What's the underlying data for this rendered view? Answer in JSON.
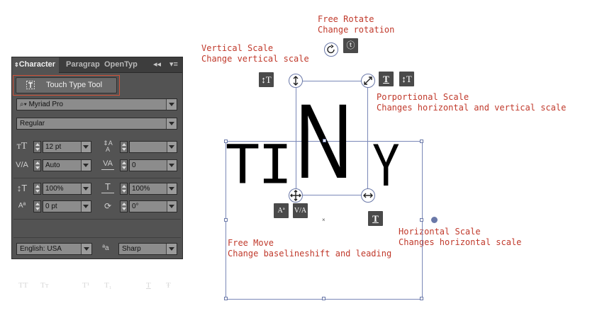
{
  "panel": {
    "tabs": [
      {
        "label": "Character"
      },
      {
        "label": "Paragrap"
      },
      {
        "label": "OpenTyp"
      }
    ],
    "collapse_glyph": "◂◂",
    "menu_glyph": "▾≡",
    "touch_type_label": "Touch Type Tool",
    "font_family": "Myriad Pro",
    "font_style": "Regular",
    "font_size": "12 pt",
    "leading": "",
    "kerning": "Auto",
    "tracking": "0",
    "vertical_scale": "100%",
    "horizontal_scale": "100%",
    "baseline_shift": "0 pt",
    "rotation": "0°",
    "language": "English: USA",
    "antialias_glyph": "ªa",
    "antialias": "Sharp",
    "case_buttons": [
      "TT",
      "Tт",
      "T¹",
      "T₁",
      "T",
      "Ŧ"
    ]
  },
  "canvas": {
    "word_left": "TI",
    "word_selected": "N",
    "word_right": "Y",
    "annotations": {
      "free_rotate": "Free Rotate\nChange rotation",
      "vertical_scale": "Vertical Scale\nChange vertical scale",
      "proportional_scale": "Porportional Scale\nChanges horizontal and vertical scale",
      "horizontal_scale": "Horizontal Scale\nChanges horizontal scale",
      "free_move": "Free Move\nChange baselineshift and leading"
    },
    "accent_color": "#c0392b",
    "handle_color": "#6a78a8"
  }
}
